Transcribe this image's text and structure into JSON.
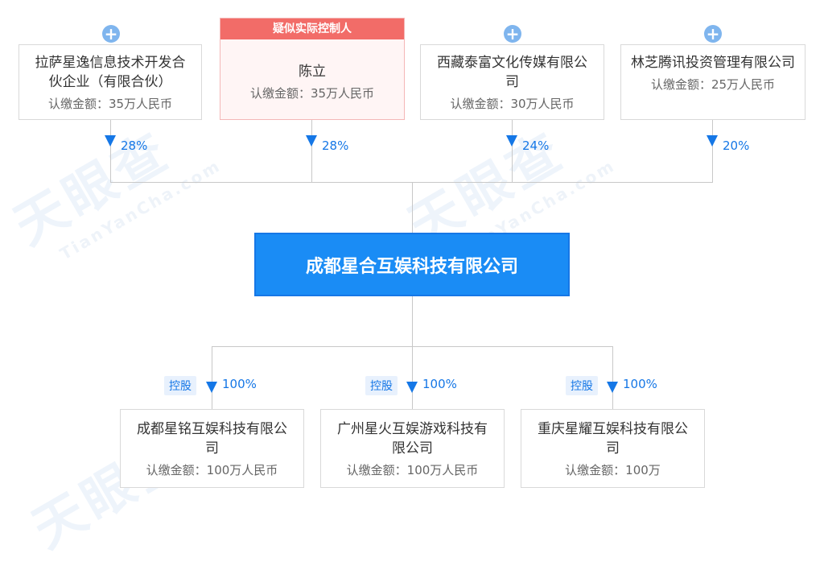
{
  "controller_tag": "疑似实际控制人",
  "shareholders": [
    {
      "name": "拉萨星逸信息技术开发合伙企业（有限合伙）",
      "capital": "认缴金额：35万人民币",
      "percent": "28%"
    },
    {
      "name": "陈立",
      "capital": "认缴金额：35万人民币",
      "percent": "28%"
    },
    {
      "name": "西藏泰富文化传媒有限公司",
      "capital": "认缴金额：30万人民币",
      "percent": "24%"
    },
    {
      "name": "林芝腾讯投资管理有限公司",
      "capital": "认缴金额：25万人民币",
      "percent": "20%"
    }
  ],
  "company": {
    "name": "成都星合互娱科技有限公司"
  },
  "subsidiaries": [
    {
      "tag": "控股",
      "percent": "100%",
      "name": "成都星铭互娱科技有限公司",
      "capital": "认缴金额：100万人民币"
    },
    {
      "tag": "控股",
      "percent": "100%",
      "name": "广州星火互娱游戏科技有限公司",
      "capital": "认缴金额：100万人民币"
    },
    {
      "tag": "控股",
      "percent": "100%",
      "name": "重庆星耀互娱科技有限公司",
      "capital": "认缴金额：100万"
    }
  ],
  "icons": {
    "expand": "plus-circle-icon"
  },
  "colors": {
    "primary": "#1a8cf5",
    "controller": "#f26c68",
    "accent": "#1577e6"
  }
}
